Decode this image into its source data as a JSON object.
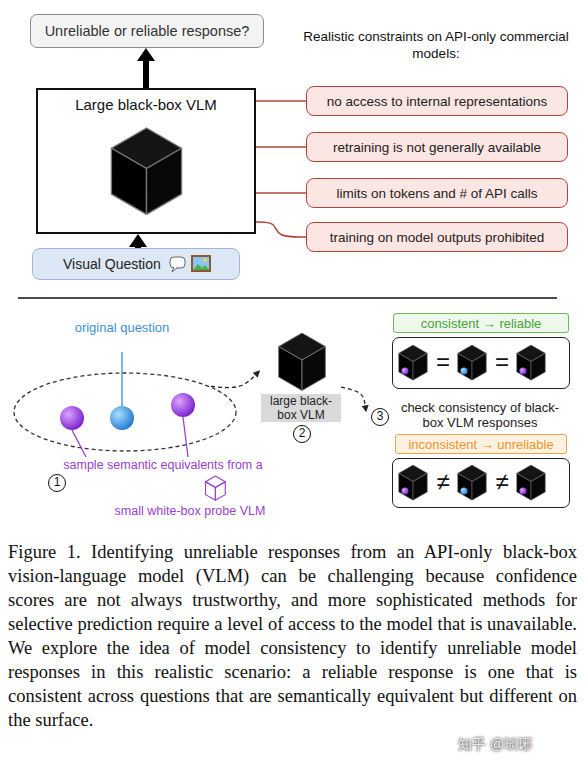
{
  "diagram": {
    "caption": "Figure 1. Identifying unreliable responses from an API-only black-box vision-language model (VLM) can be challenging because confidence scores are not always trustworthy, and more sophisticated methods for selective prediction require a level of access to the model that is unavailable. We explore the idea of model consistency to identify unreliable model responses in this realistic scenario: a reliable response is one that is consistent across questions that are semantically equivalent but different on the surface.",
    "nodes": [
      {
        "text": [
          "Unreliable or reliable response?"
        ]
      },
      {
        "text": [
          "Large black-box VLM"
        ]
      },
      {
        "text": [
          "Visual Question"
        ]
      },
      {
        "text": [
          "no access to internal representations"
        ]
      },
      {
        "text": [
          "retraining is not generally available"
        ]
      },
      {
        "text": [
          "limits on tokens and # of API calls"
        ]
      },
      {
        "text": [
          "training on model outputs prohibited"
        ]
      },
      {
        "text": [
          "original question",
          "sample semantic equivalents from a",
          "small white-box probe VLM"
        ]
      },
      {
        "text": [
          "large black-box VLM"
        ]
      },
      {
        "text": [
          "check consistency of black-box VLM responses"
        ]
      },
      {
        "text": [
          "consistent → reliable"
        ]
      },
      {
        "text": [
          "=",
          "="
        ]
      },
      {
        "text": [
          "inconsistent → unreliable"
        ]
      },
      {
        "text": [
          "≠",
          "≠"
        ]
      }
    ],
    "edges": [
      {
        "from": 1,
        "to": 0,
        "arrow": "to"
      },
      {
        "from": 2,
        "to": 1,
        "arrow": "to"
      },
      {
        "from": 1,
        "to": 3,
        "arrow": "none"
      },
      {
        "from": 1,
        "to": 4,
        "arrow": "none"
      },
      {
        "from": 1,
        "to": 5,
        "arrow": "none"
      },
      {
        "from": 1,
        "to": 6,
        "arrow": "none"
      },
      {
        "from": 7,
        "to": 8,
        "arrow": "to"
      },
      {
        "from": 8,
        "to": 9,
        "arrow": "to"
      }
    ],
    "labels": [
      "Realistic constraints on API-only commercial models:",
      "1",
      "2",
      "3",
      "知乎 @琰琊"
    ]
  }
}
